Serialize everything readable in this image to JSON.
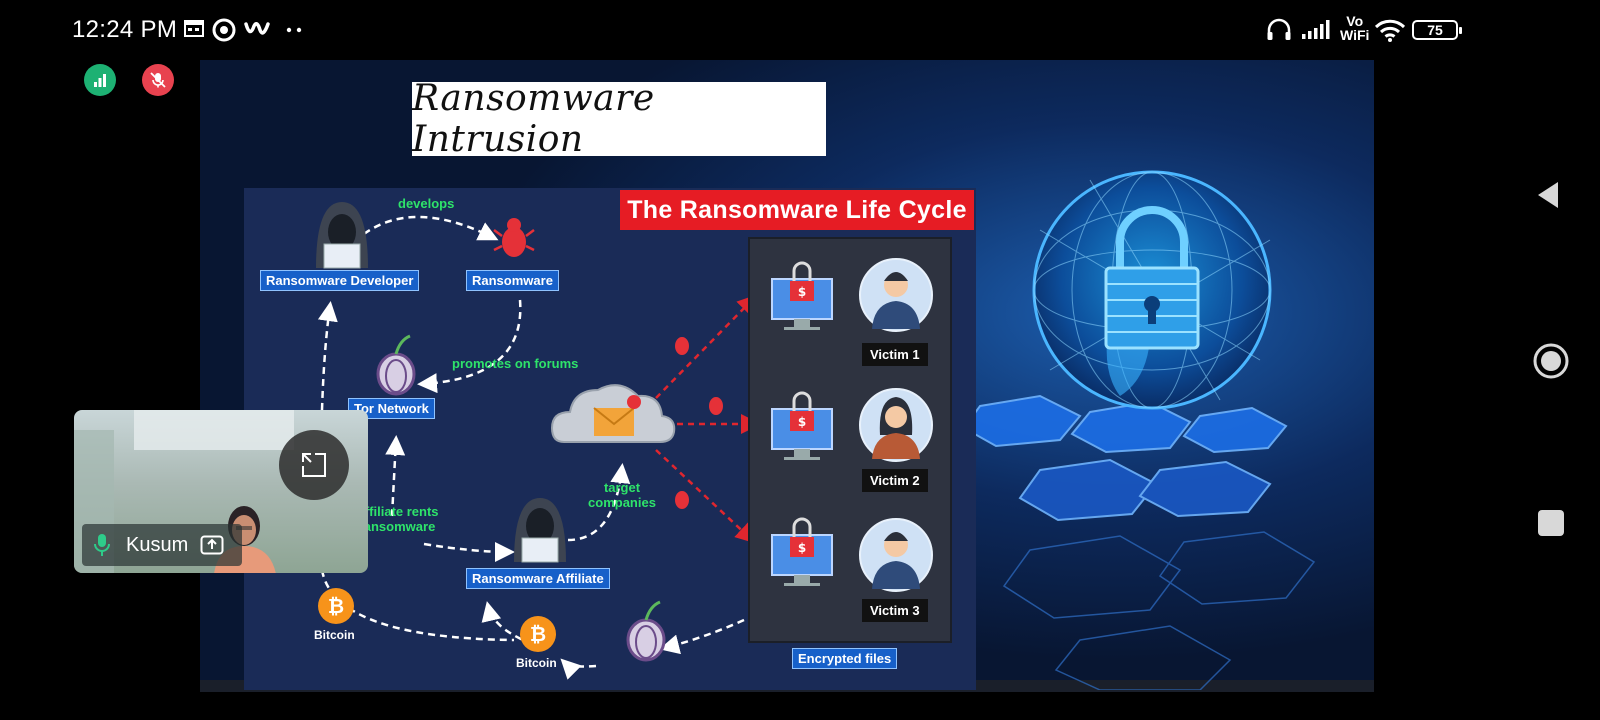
{
  "status_bar": {
    "time": "12:24 PM",
    "icons": [
      "calendar-icon",
      "record-circle-icon",
      "webex-icon",
      "more-dots-icon",
      "headphones-icon",
      "signal-icon",
      "vowifi-icon",
      "wifi-icon"
    ],
    "vowifi_top": "Vo",
    "vowifi_bottom": "WiFi",
    "battery_level": "75"
  },
  "meeting_controls": [
    {
      "name": "network-quality-icon",
      "color": "#1db173"
    },
    {
      "name": "mic-muted-icon",
      "color": "#e8424f"
    },
    {
      "name": "recording-icon",
      "color": "#e8424f"
    }
  ],
  "slide": {
    "title": "Ransomware Intrusion",
    "diagram": {
      "banner": "The Ransomware Life Cycle",
      "developer_label": "Ransomware Developer",
      "develops": "develops",
      "ransomware_label": "Ransomware",
      "promotes": "promotes on forums",
      "tor_label": "Tor Network",
      "rents": "Affiliate rents ransomware",
      "affiliate_label": "Ransomware Affiliate",
      "target": "target companies",
      "bitcoin_left": "Bitcoin",
      "bitcoin_mid": "Bitcoin",
      "victims": [
        "Victim 1",
        "Victim 2",
        "Victim 3"
      ],
      "encrypted": "Encrypted files"
    }
  },
  "video_tile": {
    "participant_name": "Kusum"
  },
  "nav_bar": [
    "back-button",
    "home-button",
    "recents-button"
  ]
}
